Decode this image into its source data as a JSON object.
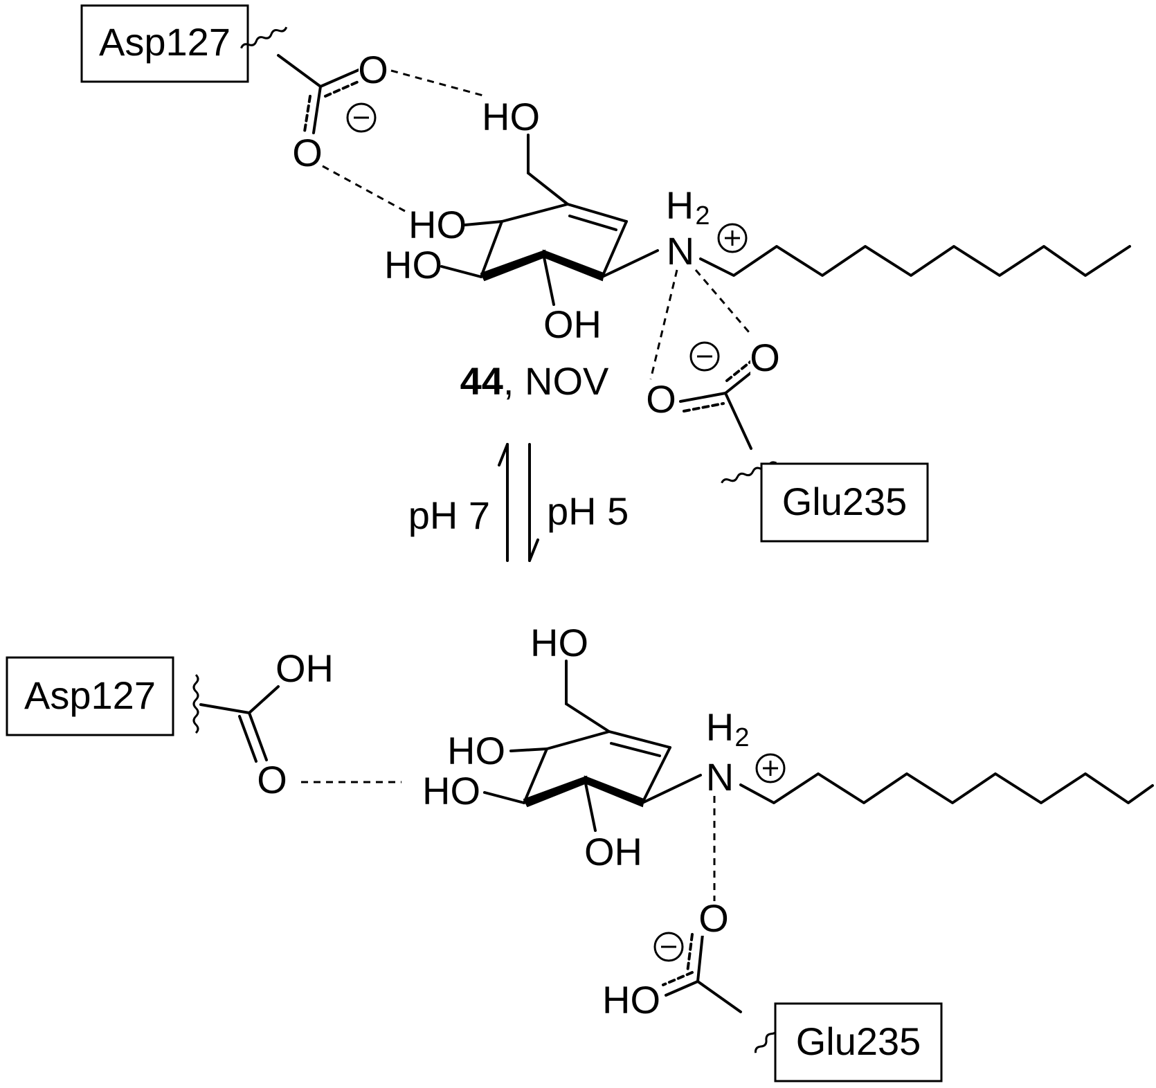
{
  "residues": {
    "asp": "Asp127",
    "glu": "Glu235"
  },
  "atoms": {
    "O": "O",
    "N": "N",
    "H": "H",
    "HO": "HO",
    "OH": "OH",
    "H2_subscript": "2"
  },
  "compound": {
    "number": "44",
    "name": ", NOV"
  },
  "equilibrium": {
    "left_condition": "pH 7",
    "right_condition": "pH 5"
  }
}
